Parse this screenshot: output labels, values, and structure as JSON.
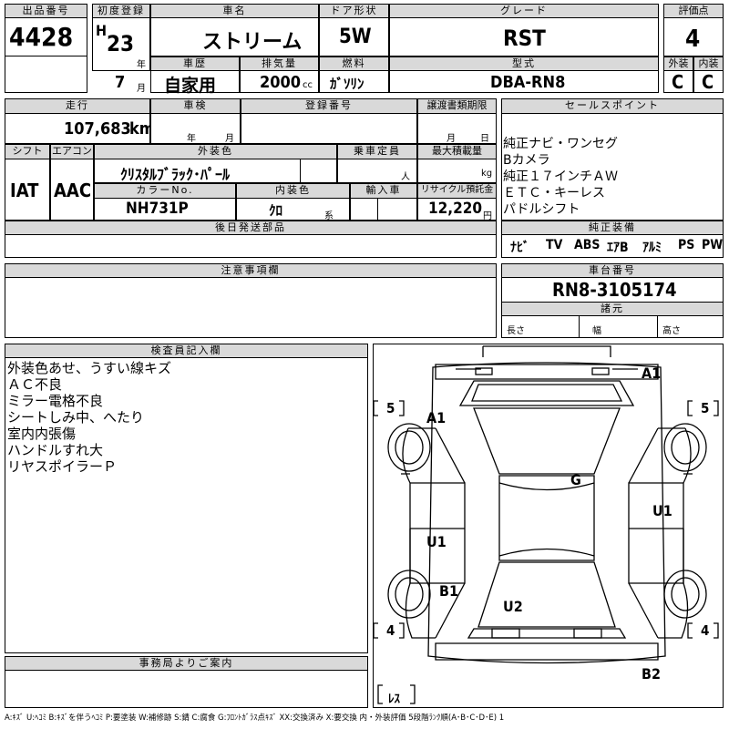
{
  "lot": {
    "header": "出品番号",
    "value": "4428"
  },
  "first_reg": {
    "header": "初度登録",
    "era": "H",
    "year": "23",
    "year_unit": "年",
    "month": "7",
    "month_unit": "月"
  },
  "car_name": {
    "header": "車名",
    "value": "ストリーム"
  },
  "doors": {
    "header": "ドア形状",
    "value": "5W"
  },
  "grade": {
    "header": "グレード",
    "value": "RST"
  },
  "score": {
    "header": "評価点",
    "value": "4"
  },
  "history": {
    "header": "車歴",
    "value": "自家用"
  },
  "displacement": {
    "header": "排気量",
    "value": "2000",
    "unit": "cc"
  },
  "fuel": {
    "header": "燃料",
    "value": "ｶﾞｿﾘﾝ"
  },
  "model": {
    "header": "型式",
    "value": "DBA-RN8"
  },
  "exterior_grade": {
    "header": "外装",
    "value": "C"
  },
  "interior_grade": {
    "header": "内装",
    "value": "C"
  },
  "mileage": {
    "header": "走行",
    "value": "107,683",
    "unit": "km"
  },
  "inspection": {
    "header": "車検",
    "year_unit": "年",
    "month_unit": "月"
  },
  "reg_number": {
    "header": "登録番号"
  },
  "transfer": {
    "header": "譲渡書類期限",
    "month_unit": "月",
    "day_unit": "日"
  },
  "sales_points": {
    "header": "セールスポイント",
    "lines": [
      "純正ナビ・ワンセグ",
      "Bカメラ",
      "純正１７インチＡＷ",
      "ＥＴＣ・キーレス",
      "パドルシフト"
    ]
  },
  "shift": {
    "header": "シフト",
    "value": "IAT"
  },
  "aircon": {
    "header": "エアコン",
    "value": "AAC"
  },
  "ext_color": {
    "header": "外装色",
    "value": "ｸﾘｽﾀﾙﾌﾞﾗｯｸ･ﾊﾟｰﾙ"
  },
  "capacity": {
    "header": "乗車定員",
    "unit": "人"
  },
  "max_load": {
    "header": "最大積載量",
    "unit": "kg"
  },
  "color_no": {
    "header": "カラーNo.",
    "value": "NH731P"
  },
  "int_color": {
    "header": "内装色",
    "value": "ｸﾛ",
    "unit": "系"
  },
  "import": {
    "header": "輸入車"
  },
  "recycle": {
    "header": "リサイクル預託金",
    "value": "12,220",
    "unit": "円"
  },
  "later_parts": {
    "header": "後日発送部品"
  },
  "equipment": {
    "header": "純正装備",
    "items": [
      "ﾅﾋﾞ",
      "TV",
      "ABS",
      "ｴｱB",
      "ｱﾙﾐ",
      "PS",
      "PW"
    ]
  },
  "caution": {
    "header": "注意事項欄"
  },
  "chassis": {
    "header": "車台番号",
    "value": "RN8-3105174"
  },
  "specs": {
    "header": "諸元",
    "length": "長さ",
    "width": "幅",
    "height": "高さ"
  },
  "inspector": {
    "header": "検査員記入欄",
    "lines": [
      "外装色あせ、うすい線キズ",
      "ＡＣ不良",
      "ミラー電格不良",
      "シートしみ中、へたり",
      "室内内張傷",
      "ハンドルすれ大",
      "リヤスポイラーＰ"
    ]
  },
  "office": {
    "header": "事務局よりご案内"
  },
  "diagram": {
    "labels": {
      "a1_top": "A1",
      "a1_left": "A1",
      "g": "G",
      "u1_right": "U1",
      "u1_left": "U1",
      "b1": "B1",
      "u2": "U2",
      "b2": "B2"
    },
    "tires": {
      "fl": "5",
      "fr": "5",
      "rl": "4",
      "rr": "4"
    },
    "spare": "ﾚｽ"
  },
  "legend": "A:ｷｽﾞ U:ﾍｺﾐ B:ｷｽﾞを伴うﾍｺﾐ P:要塗装 W:補修跡 S:錆 C:腐食 G:ﾌﾛﾝﾄｶﾞﾗｽ点ｷｽﾞ XX:交換済み X:要交換 内・外装評価 5段階ﾗﾝｸ順(A･B･C･D･E) 1"
}
